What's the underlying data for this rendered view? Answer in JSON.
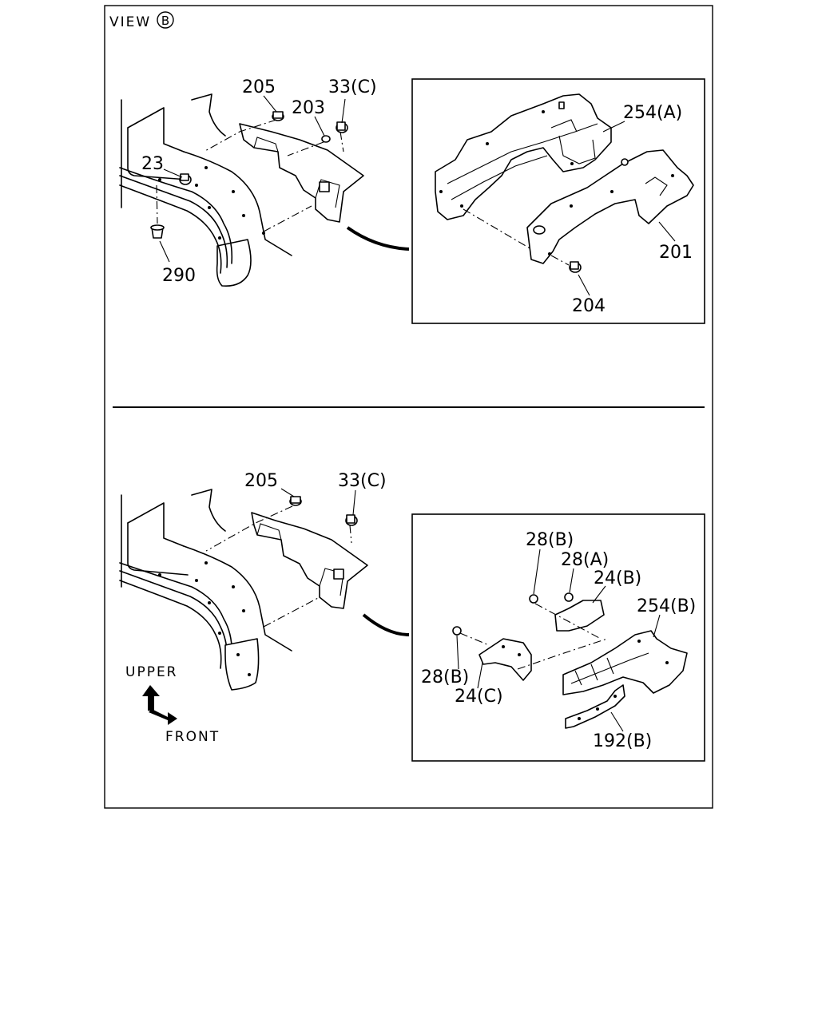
{
  "view_title": "VIEW",
  "view_marker": "B",
  "top": {
    "labels": {
      "p205": "205",
      "p203": "203",
      "p33c": "33(C)",
      "p23": "23",
      "p290": "290",
      "p254a": "254(A)",
      "p201": "201",
      "p204": "204"
    }
  },
  "bottom": {
    "labels": {
      "p205": "205",
      "p33c": "33(C)",
      "p28b_top": "28(B)",
      "p28a": "28(A)",
      "p24b": "24(B)",
      "p254b": "254(B)",
      "p28b_left": "28(B)",
      "p24c": "24(C)",
      "p192b": "192(B)"
    },
    "orientation": {
      "upper": "UPPER",
      "front": "FRONT"
    }
  }
}
